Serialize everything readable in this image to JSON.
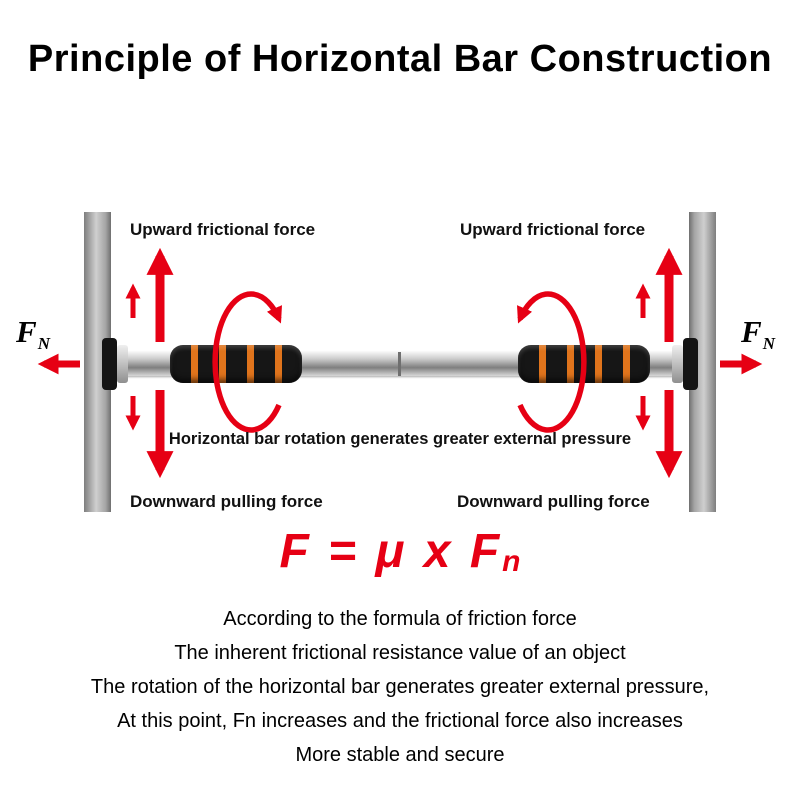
{
  "title": "Principle of Horizontal Bar Construction",
  "colors": {
    "accent_red": "#e60014",
    "wall_gray": "#a5a5a5",
    "grip_black": "#161616",
    "grip_orange": "#e0741c"
  },
  "icons": {
    "up_arrow": "arrow-up",
    "down_arrow": "arrow-down",
    "normal_force_arrow": "arrow-horizontal",
    "rotation_arrow": "rotation-ellipse"
  },
  "labels": {
    "upward_left": "Upward frictional force",
    "upward_right": "Upward frictional force",
    "downward_left": "Downward pulling force",
    "downward_right": "Downward pulling force",
    "rotation_note": "Horizontal bar rotation generates greater external pressure",
    "fn_base": "F",
    "fn_sub": "N"
  },
  "formula": {
    "body": "F = μ x F",
    "sub": "n"
  },
  "description": [
    "According to the formula of friction force",
    "The inherent frictional resistance value of an object",
    "The rotation of the horizontal bar generates greater external pressure,",
    "At this point, Fn increases and the frictional force also increases",
    "More stable and secure"
  ]
}
